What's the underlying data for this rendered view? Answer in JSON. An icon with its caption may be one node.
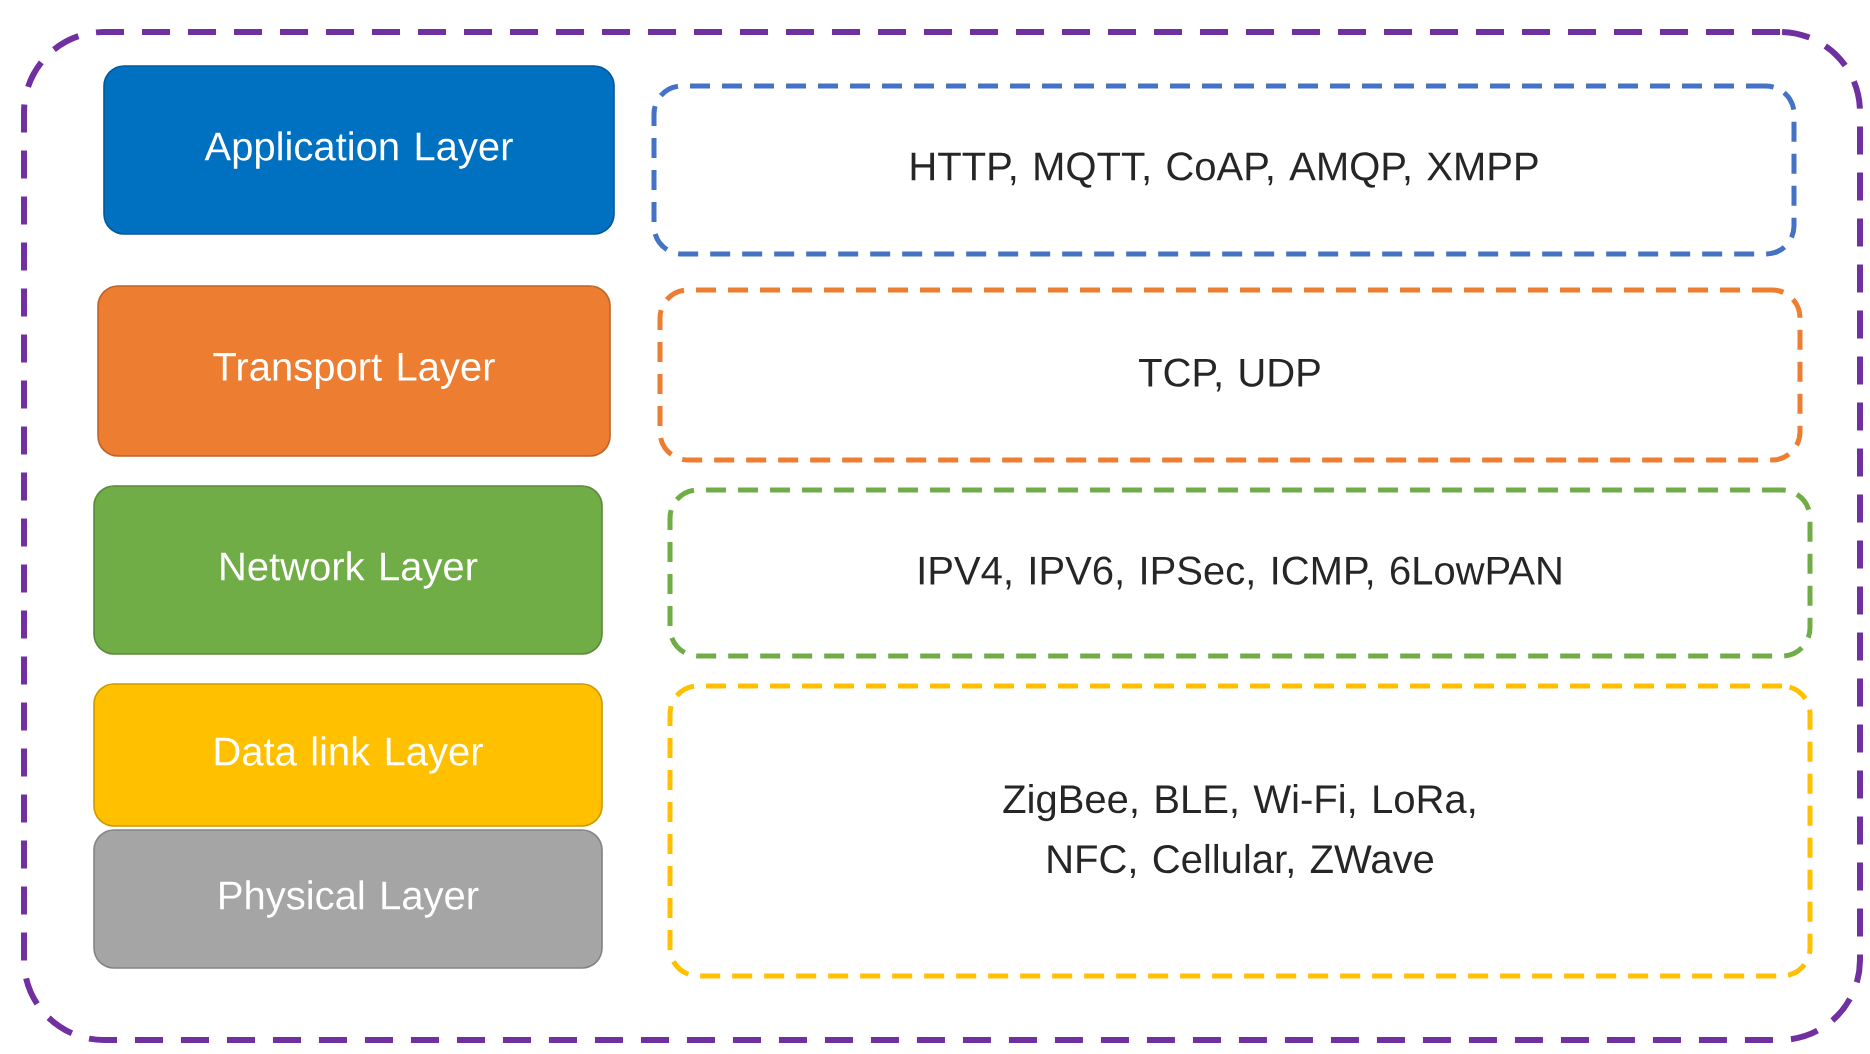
{
  "diagram": {
    "nodes": [
      {
        "text": [],
        "shape": "box"
      },
      {
        "text": [
          "Application Layer"
        ],
        "in": 0
      },
      {
        "text": [
          "HTTP, MQTT, CoAP, AMQP, XMPP"
        ],
        "in": 0
      },
      {
        "text": [
          "Transport Layer"
        ],
        "in": 0
      },
      {
        "text": [
          "TCP, UDP"
        ],
        "in": 0
      },
      {
        "text": [
          "Network Layer"
        ],
        "in": 0
      },
      {
        "text": [
          "IPV4, IPV6, IPSec, ICMP, 6LowPAN"
        ],
        "in": 0
      },
      {
        "text": [
          "Data link Layer"
        ],
        "in": 0
      },
      {
        "text": [
          "Physical Layer"
        ],
        "in": 0
      },
      {
        "text": [
          "ZigBee, BLE, Wi-Fi, LoRa, NFC, Cellular, ZWave"
        ],
        "in": 0
      }
    ]
  }
}
